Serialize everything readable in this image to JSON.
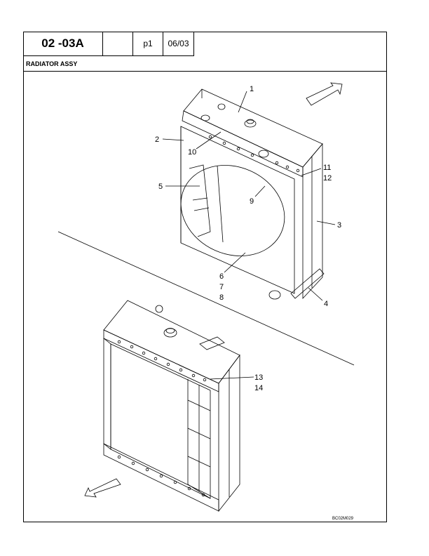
{
  "header": {
    "code": "02 -03A",
    "blank": "",
    "page": "p1",
    "date": "06/03"
  },
  "title": "RADIATOR ASSY",
  "figure": {
    "callouts": [
      "1",
      "2",
      "3",
      "4",
      "5",
      "6",
      "7",
      "8",
      "9",
      "10",
      "11",
      "12",
      "13",
      "14"
    ],
    "drawing_code": "BC02M029"
  }
}
